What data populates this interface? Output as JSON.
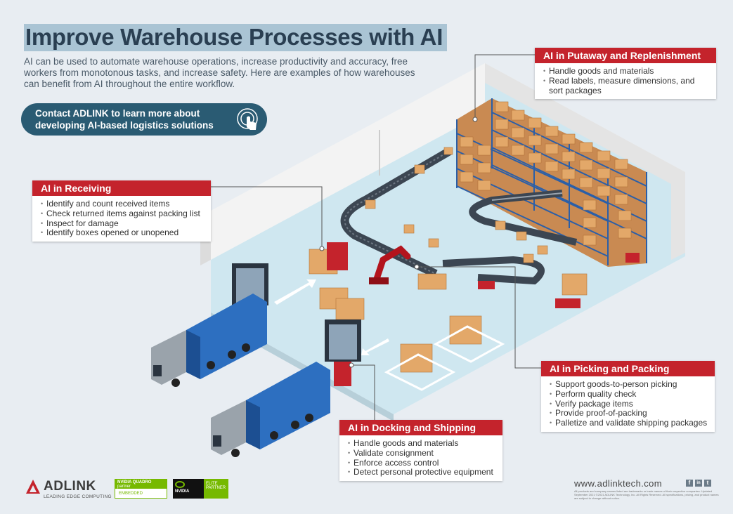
{
  "header": {
    "title": "Improve Warehouse Processes with AI",
    "intro": "AI can be used to automate warehouse operations, increase productivity and accuracy, free workers from monotonous tasks, and increase safety. Here are examples of how warehouses can benefit from AI throughout the entire workflow."
  },
  "cta": {
    "line1": "Contact ADLINK to learn more about",
    "line2": "developing AI-based logistics solutions",
    "icon": "touch-icon"
  },
  "sections": {
    "receiving": {
      "title": "AI in Receiving",
      "items": [
        "Identify and count received items",
        "Check returned items against packing list",
        "Inspect for damage",
        "Identify boxes opened or unopened"
      ]
    },
    "putaway": {
      "title": "AI in Putaway and Replenishment",
      "items": [
        "Handle goods and materials",
        "Read labels, measure dimensions, and sort packages"
      ]
    },
    "picking": {
      "title": "AI in Picking and Packing",
      "items": [
        "Support goods-to-person picking",
        "Perform quality check",
        "Verify package items",
        "Provide proof-of-packing",
        "Palletize and validate shipping packages"
      ]
    },
    "docking": {
      "title": "AI in Docking and Shipping",
      "items": [
        "Handle goods and materials",
        "Validate consignment",
        "Enforce access control",
        "Detect personal protective equipment"
      ]
    }
  },
  "footer": {
    "brand": "ADLINK",
    "tagline": "LEADING EDGE COMPUTING",
    "badge1_top": "NVIDIA QUADRO",
    "badge1_sub": "partner",
    "badge1_bottom": "EMBEDDED",
    "badge2_brand": "NVIDIA",
    "badge2_line1": "ELITE",
    "badge2_line2": "PARTNER",
    "url": "www.adlinktech.com",
    "legal": "All products and company names listed are trademarks or trade names of their respective companies. Updated September 2021 ©2021 ADLINK Technology, Inc. All Rights Reserved. All specifications, pricing, and product names are subject to change without notice.",
    "social": [
      "f",
      "in",
      "t"
    ]
  },
  "colors": {
    "accent": "#c4232c",
    "title_bg": "#aac4d4",
    "cta_bg": "#2a5b73",
    "truck_blue": "#2d6fc0"
  }
}
